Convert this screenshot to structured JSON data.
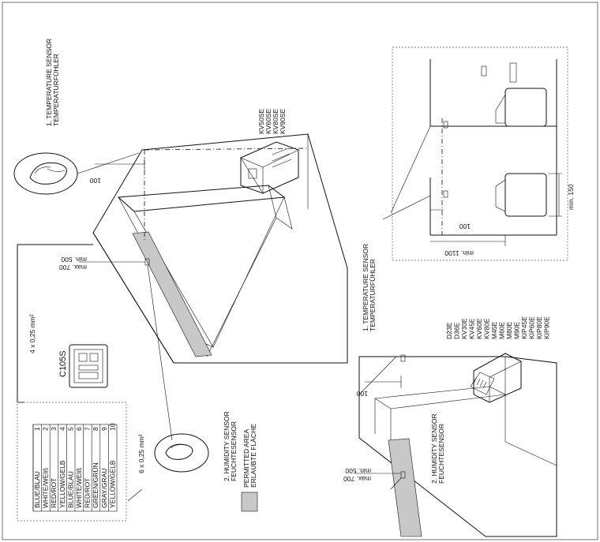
{
  "diagram": {
    "sensor1_label": "1. TEMPERATURE SENSOR",
    "sensor1_label_de": "TEMPERATURFÜHLER",
    "sensor2_label": "2. HUMIDITY SENSOR",
    "sensor2_label_de": "FEUCHTESENSOR",
    "permitted_label": "PERMITTED AREA",
    "permitted_label_de": "ERLAUBTE FLÄCHE",
    "control_unit": "C105S",
    "cable_top": "4 x 0,25 mm²",
    "cable_bottom": "6 x 0,25 mm²",
    "dim_100": "100",
    "dim_max700": "max. 700",
    "dim_min500": "min. 500",
    "dim_min150": "min. 150",
    "dim_min1100": "min. 1100",
    "heater_models_top": [
      "KV50SE",
      "KV60SE",
      "KV80SE",
      "KV90SE"
    ],
    "heater_models_right": [
      "D23E",
      "D36E",
      "KV30E",
      "KV45E",
      "KV60E",
      "KV80E",
      "M45E",
      "M60E",
      "M80E",
      "M90E",
      "KIP45E",
      "KIP60E",
      "KIP80E",
      "KIP90E"
    ],
    "terminals": [
      {
        "num": "1",
        "label": "BLUE/BLAU"
      },
      {
        "num": "2",
        "label": "WHITE/WEIß"
      },
      {
        "num": "3",
        "label": "RED/ROT"
      },
      {
        "num": "4",
        "label": "YELLOW/GELB"
      },
      {
        "num": "5",
        "label": "BLUE/BLAU"
      },
      {
        "num": "6",
        "label": "WHITE/WEIß"
      },
      {
        "num": "7",
        "label": "RED/ROT"
      },
      {
        "num": "8",
        "label": "GREEN/GRÜN"
      },
      {
        "num": "9",
        "label": "GRAY/GRAU"
      },
      {
        "num": "10",
        "label": "YELLOW/GELB"
      }
    ],
    "colors": {
      "line": "#111111",
      "permitted_area": "#c8c8c8"
    }
  }
}
